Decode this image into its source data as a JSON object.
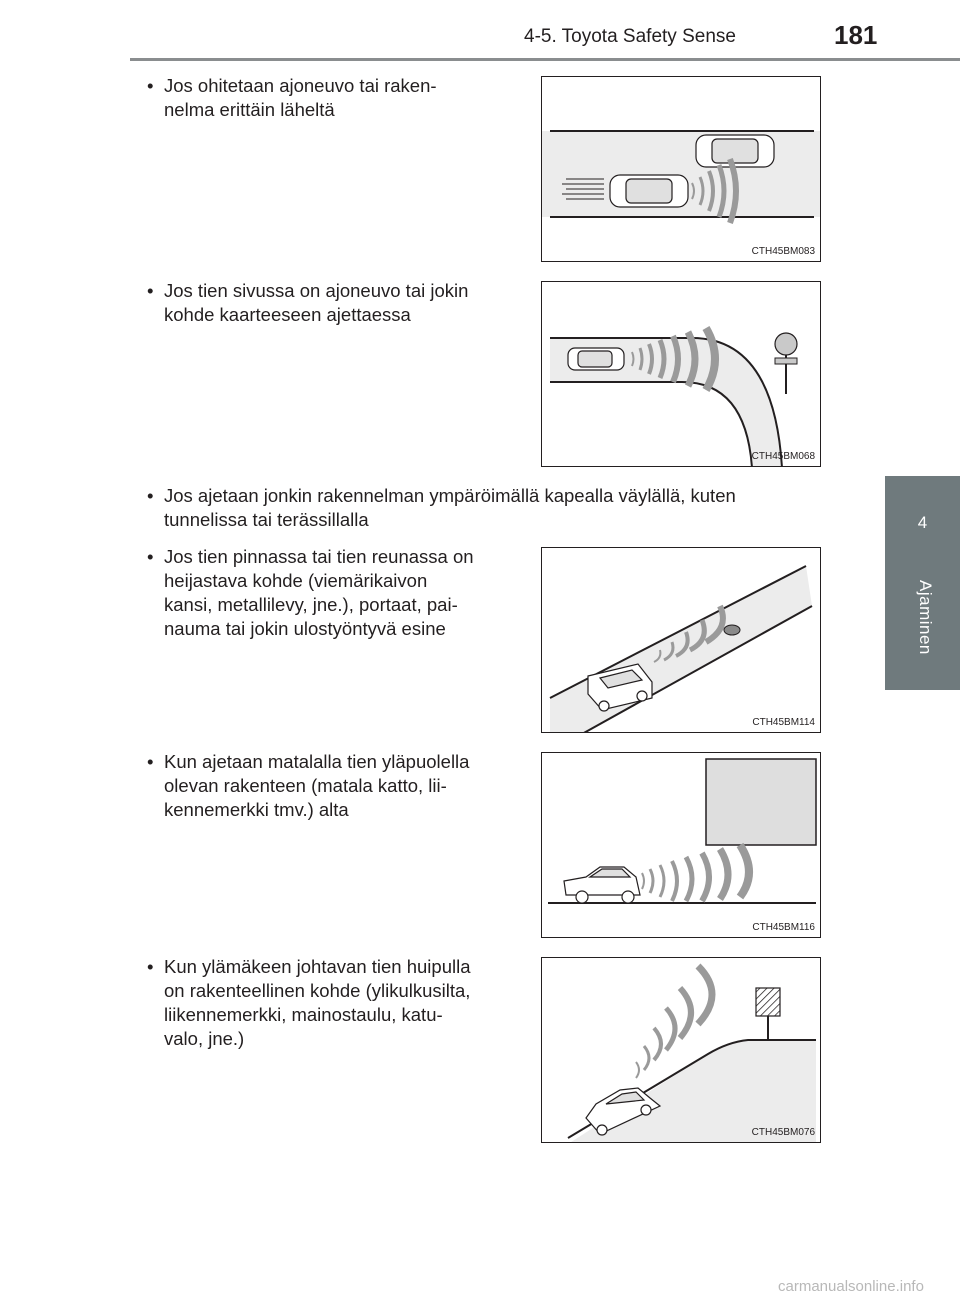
{
  "header": {
    "title": "4-5. Toyota Safety Sense",
    "page_number": "181"
  },
  "side_tab": {
    "number": "4",
    "label": "Ajaminen"
  },
  "bullet_symbol": "•",
  "items": [
    {
      "text": "Jos ohitetaan ajoneuvo tai raken-\nnelma erittäin läheltä",
      "figure_code": "CTH45BM083"
    },
    {
      "text": "Jos tien sivussa on ajoneuvo tai jokin\nkohde kaarteeseen ajettaessa",
      "figure_code": "CTH45BM068"
    },
    {
      "text": "Jos ajetaan jonkin rakennelman ympäröimällä kapealla väylällä, kuten\ntunnelissa tai terässillalla"
    },
    {
      "text": "Jos tien pinnassa tai tien reunassa on\nheijastava kohde (viemärikaivon\nkansi, metallilevy, jne.), portaat, pai-\nnauma tai jokin ulostyöntyvä esine",
      "figure_code": "CTH45BM114"
    },
    {
      "text": "Kun ajetaan matalalla tien yläpuolella\nolevan rakenteen (matala katto, lii-\nkennemerkki tmv.) alta",
      "figure_code": "CTH45BM116"
    },
    {
      "text": "Kun ylämäkeen johtavan tien huipulla\non rakenteellinen kohde (ylikulkusilta,\nliikennemerkki, mainostaulu, katu-\nvalo, jne.)",
      "figure_code": "CTH45BM076"
    }
  ],
  "footer": {
    "watermark": "carmanualsonline.info"
  }
}
